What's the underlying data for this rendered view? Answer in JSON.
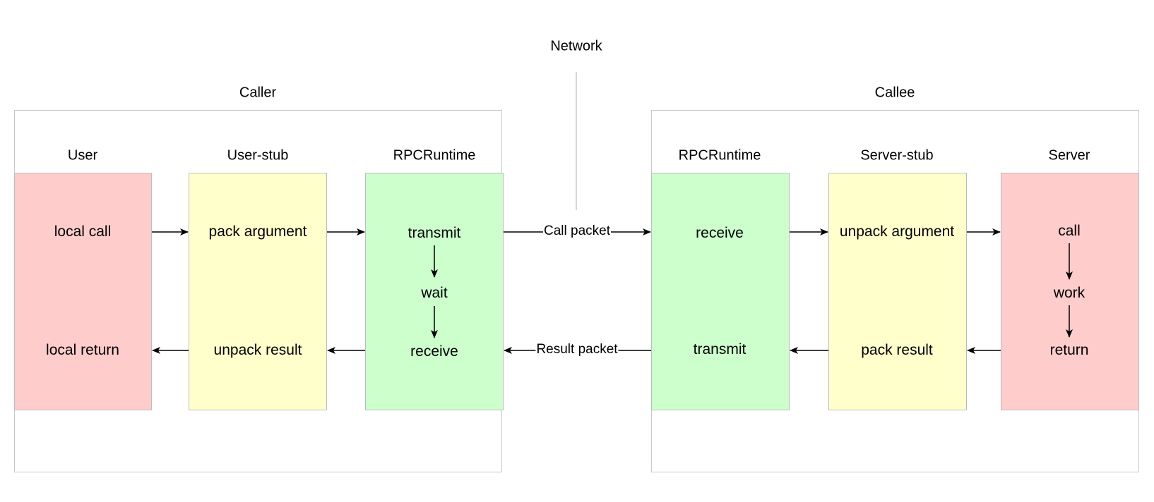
{
  "network": {
    "title": "Network"
  },
  "caller": {
    "title": "Caller",
    "user": {
      "title": "User",
      "top": "local call",
      "bottom": "local return"
    },
    "user_stub": {
      "title": "User-stub",
      "top": "pack argument",
      "bottom": "unpack result"
    },
    "runtime": {
      "title": "RPCRuntime",
      "top": "transmit",
      "middle": "wait",
      "bottom": "receive"
    }
  },
  "callee": {
    "title": "Callee",
    "runtime": {
      "title": "RPCRuntime",
      "top": "receive",
      "bottom": "transmit"
    },
    "server_stub": {
      "title": "Server-stub",
      "top": "unpack argument",
      "bottom": "pack result"
    },
    "server": {
      "title": "Server",
      "top": "call",
      "middle": "work",
      "bottom": "return"
    }
  },
  "edges": {
    "call_packet": "Call packet",
    "result_packet": "Result packet"
  },
  "colors": {
    "red": "#ffcccc",
    "yellow": "#ffffcc",
    "green": "#ccffcc",
    "frame": "#c8c8c8"
  }
}
